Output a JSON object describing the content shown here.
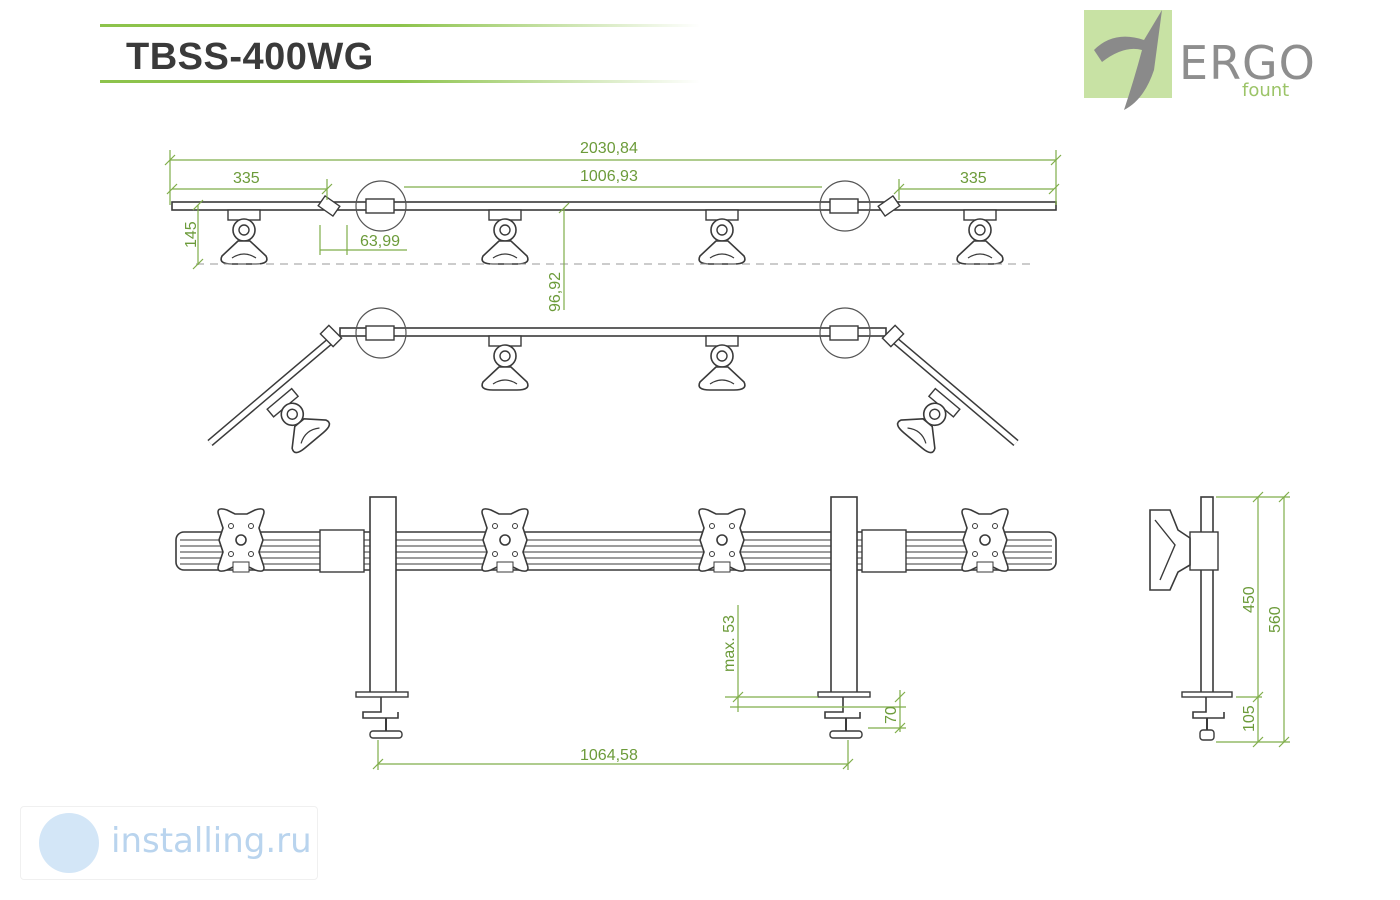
{
  "header": {
    "model": "TBSS-400WG"
  },
  "logo": {
    "name": "ERGO",
    "sub": "fount"
  },
  "watermark": {
    "text": "installing.ru"
  },
  "dimensions": {
    "total_length": "2030,84",
    "end_left": "335",
    "center_span": "1006,93",
    "end_right": "335",
    "height_top": "145",
    "offset": "63,99",
    "drop": "96,92",
    "pole_spacing": "1064,58",
    "max_thickness": "max. 53",
    "clamp_height": "70",
    "side_total": "560",
    "side_pole": "450",
    "side_base": "105"
  },
  "colors": {
    "line": "#3a3a3a",
    "dim": "#6c9b3a",
    "accent": "#8dc34c"
  }
}
